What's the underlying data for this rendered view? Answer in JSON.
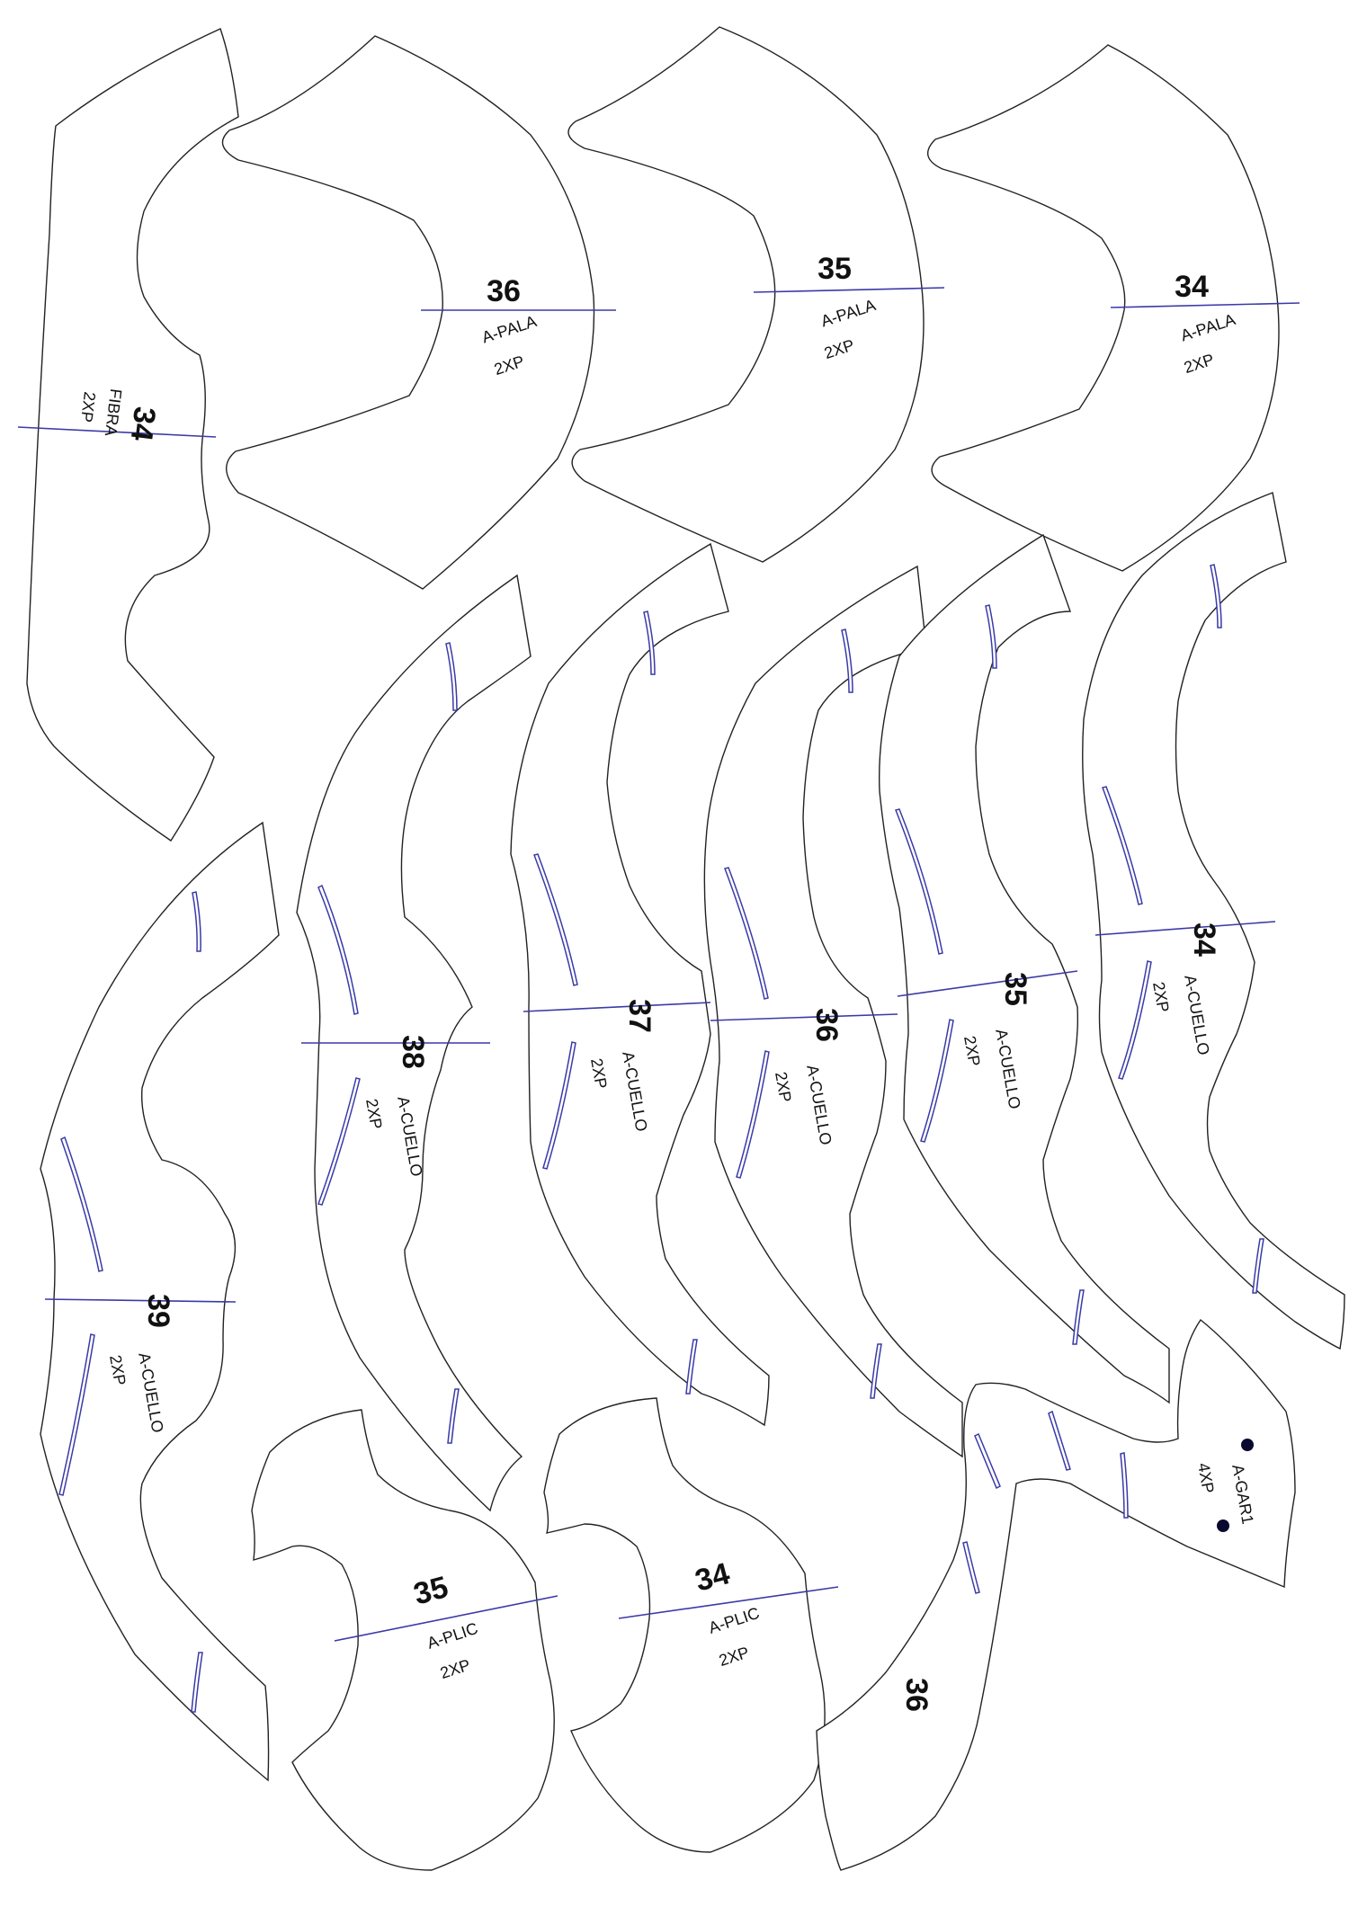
{
  "colors": {
    "outline": "#222222",
    "grainline": "#3a3aa8",
    "text": "#111111"
  },
  "pieces": {
    "fibra_34": {
      "size": "34",
      "name": "FIBRA",
      "qty": "2XP"
    },
    "pala_36": {
      "size": "36",
      "name": "A-PALA",
      "qty": "2XP"
    },
    "pala_35": {
      "size": "35",
      "name": "A-PALA",
      "qty": "2XP"
    },
    "pala_34": {
      "size": "34",
      "name": "A-PALA",
      "qty": "2XP"
    },
    "cuello_39": {
      "size": "39",
      "name": "A-CUELLO",
      "qty": "2XP"
    },
    "cuello_38": {
      "size": "38",
      "name": "A-CUELLO",
      "qty": "2XP"
    },
    "cuello_37": {
      "size": "37",
      "name": "A-CUELLO",
      "qty": "2XP"
    },
    "cuello_36": {
      "size": "36",
      "name": "A-CUELLO",
      "qty": "2XP"
    },
    "cuello_35": {
      "size": "35",
      "name": "A-CUELLO",
      "qty": "2XP"
    },
    "cuello_34": {
      "size": "34",
      "name": "A-CUELLO",
      "qty": "2XP"
    },
    "plic_35": {
      "size": "35",
      "name": "A-PLIC",
      "qty": "2XP"
    },
    "plic_34": {
      "size": "34",
      "name": "A-PLIC",
      "qty": "2XP"
    },
    "gar_36": {
      "size": "36",
      "name": "A-GAR1",
      "qty": "4XP"
    }
  }
}
